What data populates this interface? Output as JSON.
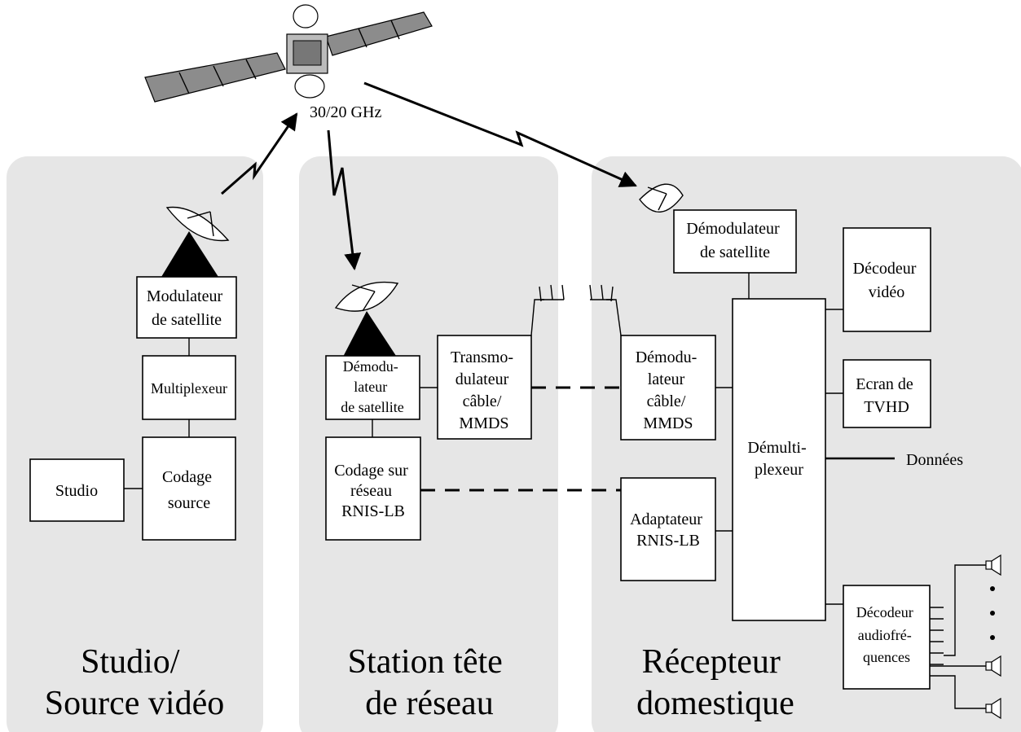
{
  "diagram": {
    "frequency_label": "30/20 GHz",
    "panels": {
      "studio": {
        "title_lines": [
          "Studio/",
          "Source vidéo"
        ]
      },
      "headend": {
        "title_lines": [
          "Station tête",
          "de réseau"
        ]
      },
      "receiver": {
        "title_lines": [
          "Récepteur",
          "domestique"
        ]
      }
    },
    "blocks": {
      "studio": [
        "Studio"
      ],
      "codage_source": [
        "Codage",
        "source"
      ],
      "multiplexeur": [
        "Multiplexeur"
      ],
      "modulateur_satellite": [
        "Modulateur",
        "de satellite"
      ],
      "demodulateur_headend": [
        "Démodu-",
        "lateur",
        "de satellite"
      ],
      "transmodulateur": [
        "Transmo-",
        "dulateur",
        "câble/",
        "MMDS"
      ],
      "codage_reseau": [
        "Codage sur",
        "réseau",
        "RNIS-LB"
      ],
      "demodulateur_satellite_rx": [
        "Démodulateur",
        "de satellite"
      ],
      "demodulateur_cable": [
        "Démodu-",
        "lateur",
        "câble/",
        "MMDS"
      ],
      "adaptateur": [
        "Adaptateur",
        "RNIS-LB"
      ],
      "demultiplexeur": [
        "Démulti-",
        "plexeur"
      ],
      "decodeur_video": [
        "Décodeur",
        "vidéo"
      ],
      "ecran_tvhd": [
        "Ecran de",
        "TVHD"
      ],
      "decodeur_audio": [
        "Décodeur",
        "audiofré-",
        "quences"
      ]
    },
    "data_output_label": "Données"
  }
}
